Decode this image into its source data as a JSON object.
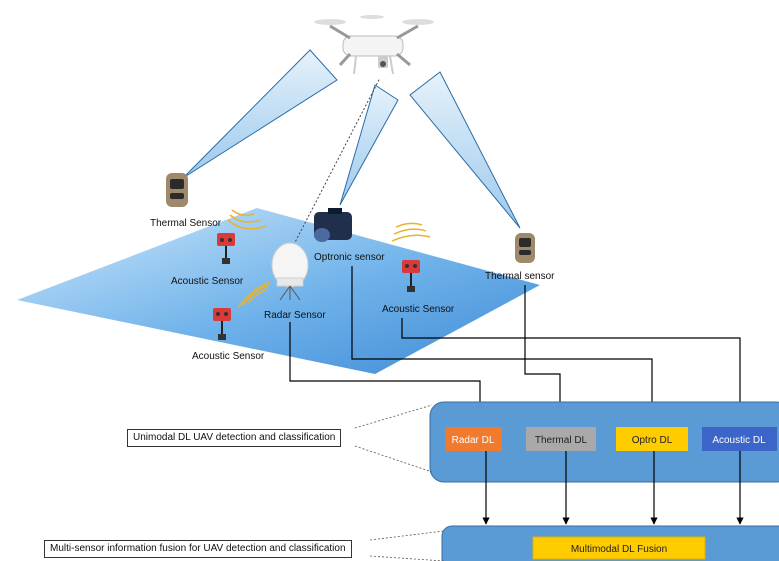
{
  "sensors": {
    "thermal_left": "Thermal Sensor",
    "acoustic_left": "Acoustic Sensor",
    "optronic": "Optronic sensor",
    "radar": "Radar Sensor",
    "acoustic_middle": "Acoustic Sensor",
    "thermal_right": "Thermal sensor",
    "acoustic_bottom": "Acoustic Sensor"
  },
  "unimodal": {
    "note": "Unimodal DL UAV detection and classification",
    "blocks": [
      {
        "label": "Radar DL",
        "color": "#f07a2e"
      },
      {
        "label": "Thermal DL",
        "color": "#a9a9a9"
      },
      {
        "label": "Optro DL",
        "color": "#ffcc00"
      },
      {
        "label": "Acoustic DL",
        "color": "#3b65c8"
      }
    ]
  },
  "fusion": {
    "note": "Multi-sensor information fusion for UAV detection and classification",
    "block": "Multimodal DL Fusion",
    "color": "#ffcc00"
  },
  "colors": {
    "panel": "#5b9bd5",
    "ground_light": "#b9dcf7",
    "ground_dark": "#4f9ae0",
    "beam": "#b8d8f0"
  }
}
